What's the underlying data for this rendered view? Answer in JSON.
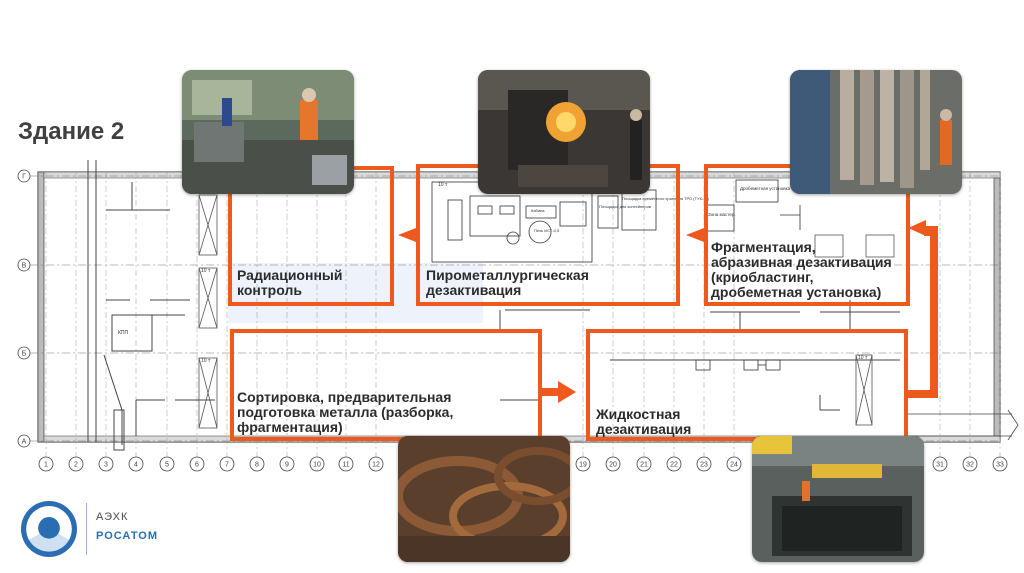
{
  "title": "Здание 2",
  "zones": [
    {
      "id": "radiation",
      "label": "Радиационный\nконтроль"
    },
    {
      "id": "pyro",
      "label": "Пирометаллургическая\nдезактивация"
    },
    {
      "id": "fragment",
      "label": "Фрагментация,\nабразивная дезактивация\n(криобластинг,\nдробеметная установка)"
    },
    {
      "id": "sorting",
      "label": "Сортировка, предварительная\nподготовка металла (разборка,\nфрагментация)"
    },
    {
      "id": "liquid",
      "label": "Жидкостная\nдезактивация"
    }
  ],
  "plan": {
    "row_labels": [
      "Г",
      "В",
      "Б",
      "А"
    ],
    "column_numbers": [
      "1",
      "2",
      "3",
      "4",
      "5",
      "6",
      "7",
      "8",
      "9",
      "10",
      "11",
      "12",
      "19",
      "20",
      "21",
      "22",
      "23",
      "24",
      "31",
      "32",
      "33"
    ],
    "room_labels": {
      "storage": "Площадка временного хранения ТРО (ТУК-44)",
      "container": "Площадка для контейнеров",
      "cabin": "Кабина",
      "furnace": "Печь ИСТ-0,5",
      "crusher": "Дробеметная установка",
      "zone": "Зона мастер.",
      "kpp": "КПП",
      "ten_t": "10 т"
    }
  },
  "logo": {
    "line1": "АЭХК",
    "line2": "РОСАТОМ"
  },
  "colors": {
    "accent": "#ee5a1e",
    "text": "#2b2b2b",
    "title": "#404040",
    "logo_blue": "#2a6db3"
  }
}
